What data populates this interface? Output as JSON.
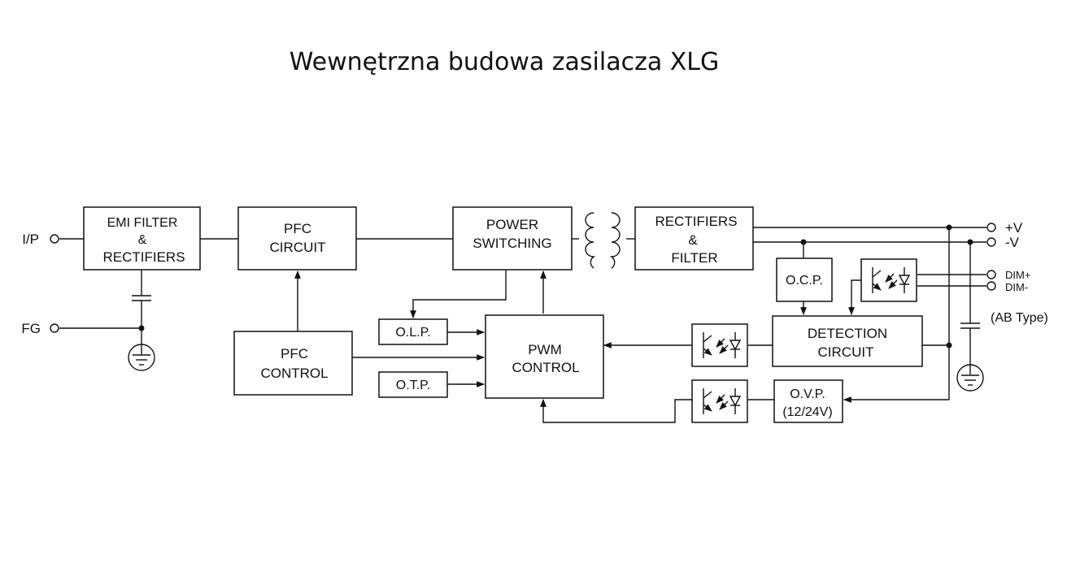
{
  "title": "Wewnętrzna budowa zasilacza XLG",
  "blocks": {
    "emi": [
      "EMI FILTER",
      "&",
      "RECTIFIERS"
    ],
    "pfc_circuit": [
      "PFC",
      "CIRCUIT"
    ],
    "power_switching": [
      "POWER",
      "SWITCHING"
    ],
    "rectifiers": [
      "RECTIFIERS",
      "&",
      "FILTER"
    ],
    "ocp": "O.C.P.",
    "olp": "O.L.P.",
    "otp": "O.T.P.",
    "pwm": [
      "PWM",
      "CONTROL"
    ],
    "pfc_control": [
      "PFC",
      "CONTROL"
    ],
    "detection": [
      "DETECTION",
      "CIRCUIT"
    ],
    "ovp": [
      "O.V.P.",
      "(12/24V)"
    ]
  },
  "terminals": {
    "ip": "I/P",
    "fg": "FG",
    "vplus": "+V",
    "vminus": "-V",
    "dimplus": "DIM+",
    "dimminus": "DIM-"
  },
  "note": "(AB Type)"
}
